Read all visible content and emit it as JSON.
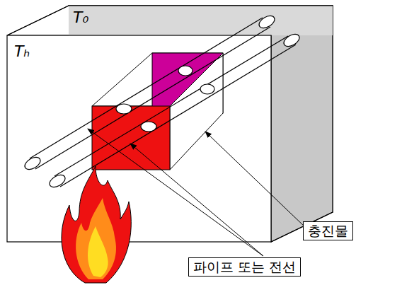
{
  "diagram": {
    "nodes": [
      {
        "text": [
          "충진물"
        ]
      },
      {
        "text": [
          "파이프 또는 전선"
        ]
      }
    ],
    "labels": [
      "T₀",
      "Tₕ"
    ]
  }
}
